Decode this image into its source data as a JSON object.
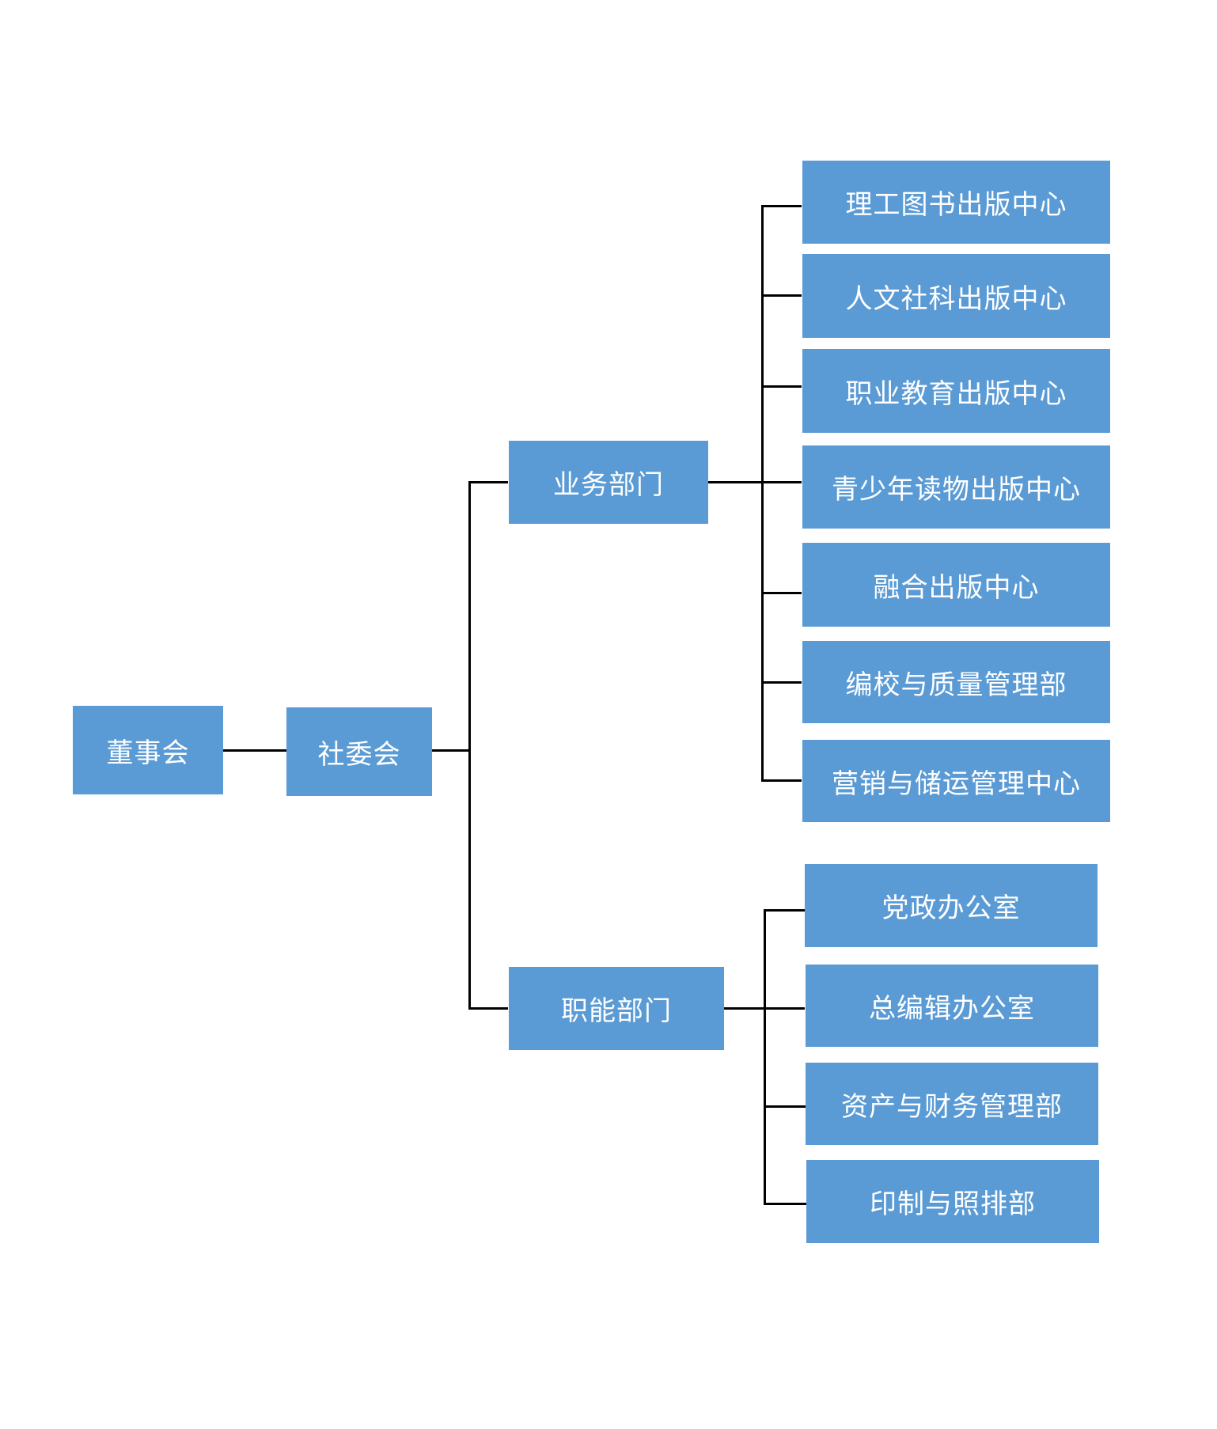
{
  "diagram": {
    "type": "org-chart",
    "root": {
      "label": "董事会"
    },
    "level1": {
      "label": "社委会"
    },
    "branches": [
      {
        "label": "业务部门",
        "children": [
          "理工图书出版中心",
          "人文社科出版中心",
          "职业教育出版中心",
          "青少年读物出版中心",
          "融合出版中心",
          "编校与质量管理部",
          "营销与储运管理中心"
        ]
      },
      {
        "label": "职能部门",
        "children": [
          "党政办公室",
          "总编辑办公室",
          "资产与财务管理部",
          "印制与照排部"
        ]
      }
    ],
    "colors": {
      "box_fill": "#5B9BD5",
      "box_text": "#FFFFFF",
      "connector": "#000000",
      "background": "#FFFFFF"
    }
  }
}
